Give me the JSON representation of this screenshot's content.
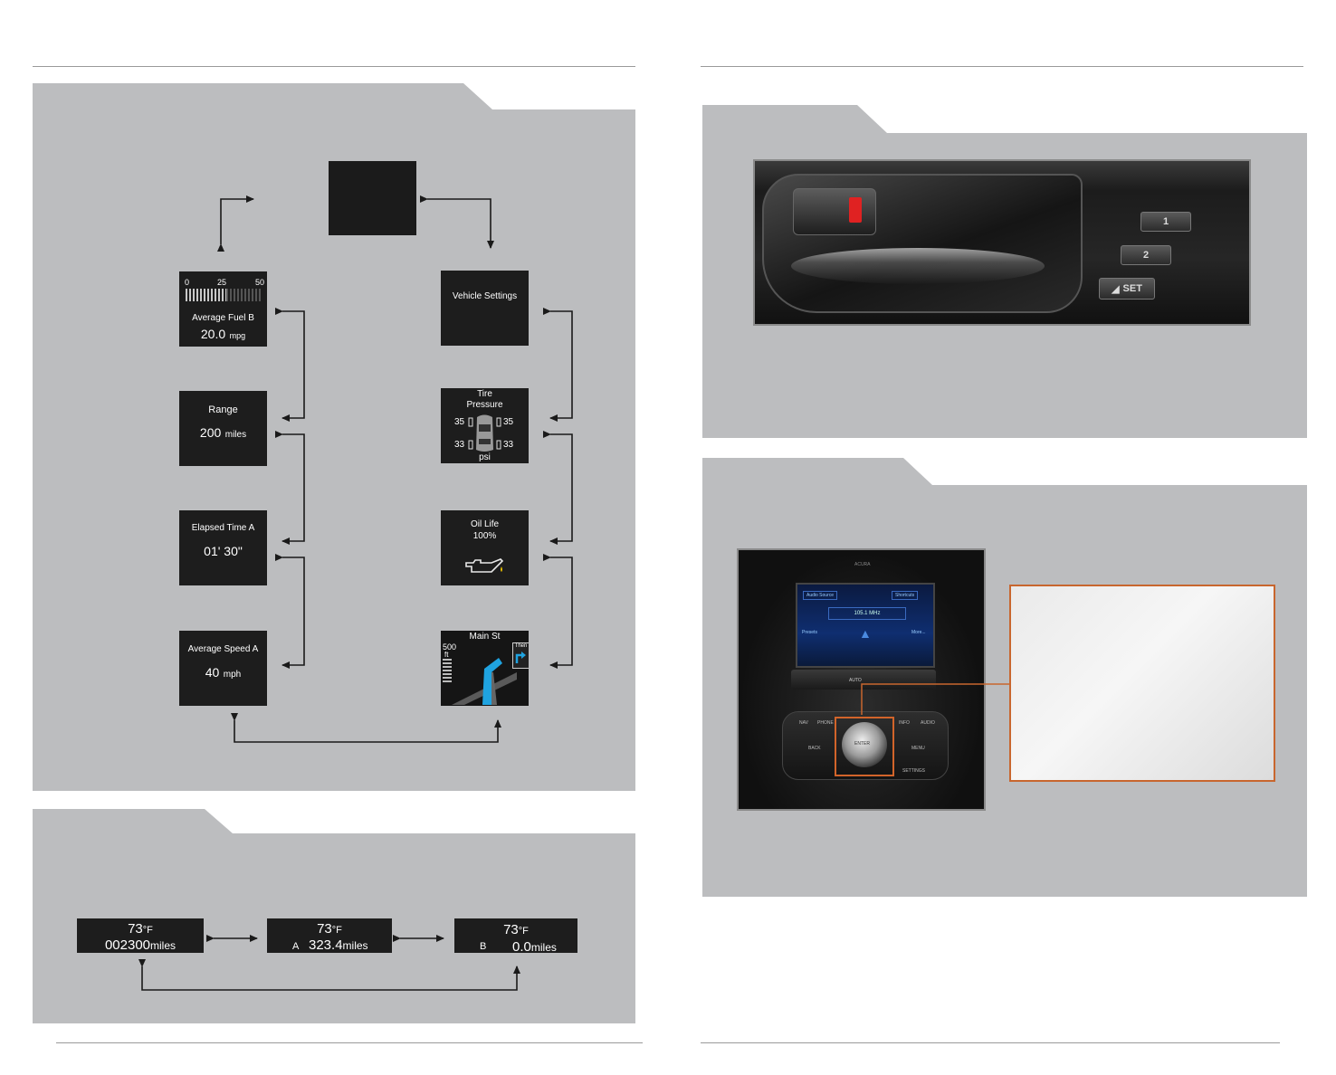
{
  "screens": {
    "avg_fuel": {
      "scale": [
        "0",
        "25",
        "50"
      ],
      "label": "Average Fuel B",
      "value": "20.0",
      "unit": "mpg"
    },
    "range": {
      "label": "Range",
      "value": "200",
      "unit": "miles"
    },
    "elapsed": {
      "label": "Elapsed Time A",
      "value": "01' 30\""
    },
    "avg_speed": {
      "label": "Average Speed A",
      "value": "40",
      "unit": "mph"
    },
    "vehicle_settings": {
      "label": "Vehicle Settings"
    },
    "tire": {
      "line1": "Tire",
      "line2": "Pressure",
      "fl": "35",
      "fr": "35",
      "rl": "33",
      "rr": "33",
      "unit": "psi"
    },
    "oil": {
      "label": "Oil Life",
      "value": "100%"
    },
    "nav": {
      "street": "Main St",
      "distance": "500",
      "dist_unit": "ft",
      "then": "Then"
    }
  },
  "odometer": [
    {
      "temp": "73",
      "temp_unit": "°F",
      "prefix": "",
      "miles": "002300",
      "miles_unit": "miles"
    },
    {
      "temp": "73",
      "temp_unit": "°F",
      "prefix": "A",
      "miles": "323.4",
      "miles_unit": "miles"
    },
    {
      "temp": "73",
      "temp_unit": "°F",
      "prefix": "B",
      "miles": "0.0",
      "miles_unit": "miles"
    }
  ],
  "memory_buttons": {
    "b1": "1",
    "b2": "2",
    "set": "SET"
  },
  "console": {
    "brand": "ACURA",
    "audio_source": "Audio Source",
    "shortcuts": "Shortcuts",
    "station": "105.1 MHz",
    "presets": "Presets",
    "more": "More...",
    "nav": "NAV",
    "phone": "PHONE",
    "info": "INFO",
    "audio": "AUDIO",
    "back": "BACK",
    "enter": "ENTER",
    "menu": "MENU",
    "settings": "SETTINGS",
    "auto": "AUTO"
  },
  "colors": {
    "panel": "#bcbdbf",
    "screen": "#1b1b1b",
    "callout": "#c8662e"
  }
}
